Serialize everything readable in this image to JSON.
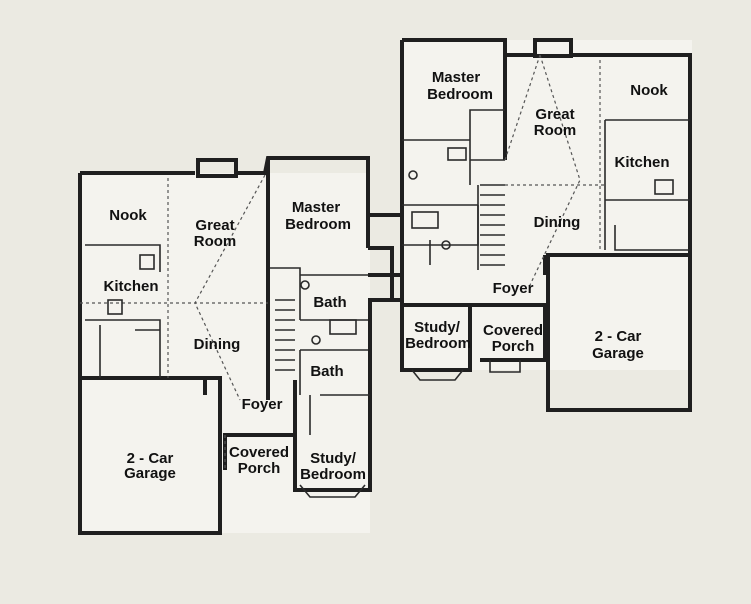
{
  "left_unit": {
    "rooms": {
      "nook": "Nook",
      "great_room": [
        "Great",
        "Room"
      ],
      "master_bedroom": [
        "Master",
        "Bedroom"
      ],
      "kitchen": "Kitchen",
      "bath_upper": "Bath",
      "dining": "Dining",
      "bath_lower": "Bath",
      "foyer": "Foyer",
      "garage": [
        "2 - Car",
        "Garage"
      ],
      "covered_porch": [
        "Covered",
        "Porch"
      ],
      "study_bedroom": [
        "Study/",
        "Bedroom"
      ]
    }
  },
  "right_unit": {
    "rooms": {
      "master_bedroom": [
        "Master",
        "Bedroom"
      ],
      "great_room": [
        "Great",
        "Room"
      ],
      "nook": "Nook",
      "kitchen": "Kitchen",
      "dining": "Dining",
      "foyer": "Foyer",
      "study_bedroom": [
        "Study/",
        "Bedroom"
      ],
      "covered_porch": [
        "Covered",
        "Porch"
      ],
      "garage": [
        "2 - Car",
        "Garage"
      ]
    }
  }
}
